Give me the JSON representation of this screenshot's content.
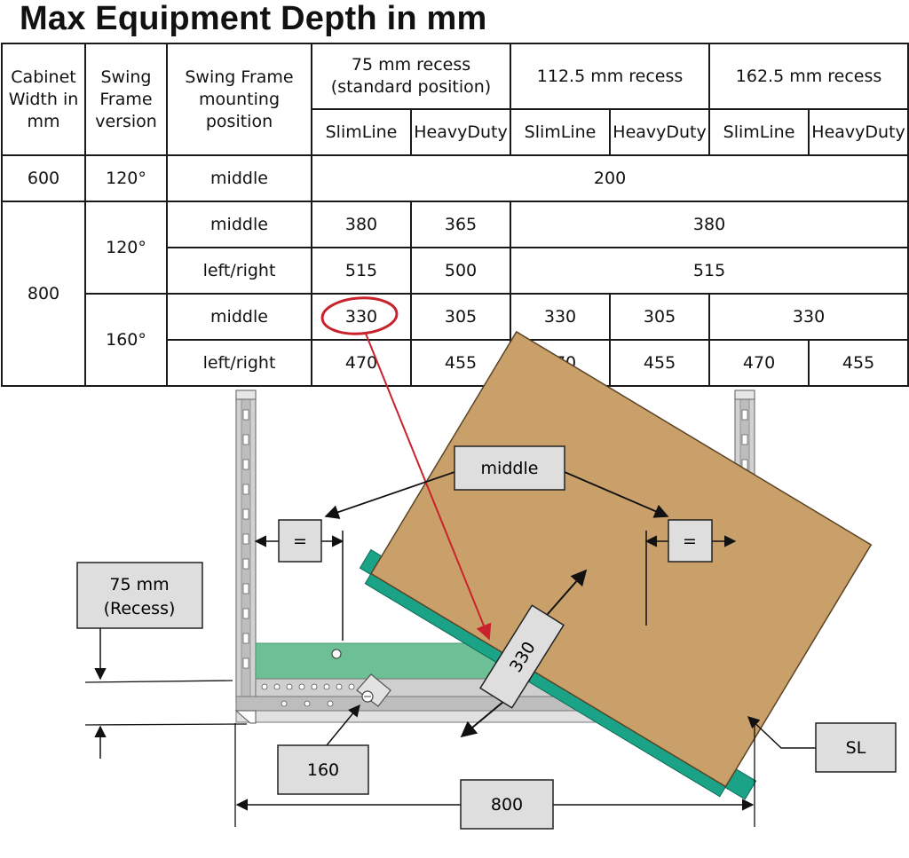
{
  "title": "Max Equipment Depth in mm",
  "table": {
    "headers": {
      "cabinet_width": "Cabinet Width in mm",
      "swing_frame_version": "Swing Frame version",
      "mounting_position": "Swing Frame mounting position",
      "recess_75": "75 mm recess (standard position)",
      "recess_112": "112.5 mm recess",
      "recess_162": "162.5 mm recess",
      "slimline": "SlimLine",
      "heavyduty": "HeavyDuty"
    },
    "rows": {
      "w600": {
        "width": "600",
        "version": "120°",
        "position": "middle",
        "value_all": "200"
      },
      "w800": {
        "width": "800"
      },
      "v120": {
        "version": "120°"
      },
      "v120_middle": {
        "position": "middle",
        "sl75": "380",
        "hd75": "365",
        "rest": "380"
      },
      "v120_lr": {
        "position": "left/right",
        "sl75": "515",
        "hd75": "500",
        "rest": "515"
      },
      "v160": {
        "version": "160°"
      },
      "v160_middle": {
        "position": "middle",
        "sl75": "330",
        "hd75": "305",
        "sl112": "330",
        "hd112": "305",
        "rest162": "330"
      },
      "v160_lr": {
        "position": "left/right",
        "sl75": "470",
        "hd75": "455",
        "sl112": "470",
        "hd112": "455",
        "sl162": "470",
        "hd162": "455"
      }
    }
  },
  "diagram": {
    "label_middle": "middle",
    "label_equal_left": "=",
    "label_equal_right": "=",
    "label_recess_value": "75 mm",
    "label_recess_word": "(Recess)",
    "label_depth": "330",
    "label_angle": "160",
    "label_width": "800",
    "label_sl": "SL"
  },
  "colors": {
    "highlight_red": "#c8232c",
    "equipment_tan": "#c9a06a",
    "frame_green": "#6dbf95",
    "mount_teal": "#1aa387",
    "callout_gray": "#dedede",
    "rail_gray": "#b9b9b9"
  }
}
